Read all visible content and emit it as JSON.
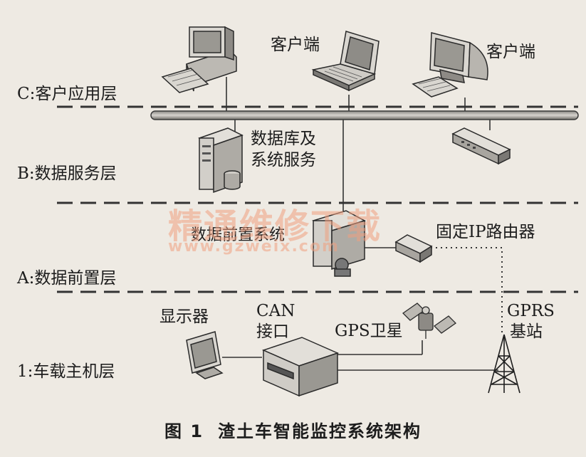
{
  "layers": {
    "c": "C:客户应用层",
    "b": "B:数据服务层",
    "a": "A:数据前置层",
    "vehicle": "1:车载主机层"
  },
  "nodes": {
    "client_1": "客户端",
    "client_2": "客户端",
    "db_line1": "数据库及",
    "db_line2": "系统服务",
    "frontend": "数据前置系统",
    "router": "固定IP路由器",
    "display": "显示器",
    "can_line1": "CAN",
    "can_line2": "接口",
    "gps": "GPS卫星",
    "gprs_line1": "GPRS",
    "gprs_line2": "基站"
  },
  "watermark": {
    "text": "精通维修下载",
    "url": "www.gzweix.com",
    "color": "#f0a080"
  },
  "caption": {
    "number": "图 1",
    "title": "渣土车智能监控系统架构"
  },
  "colors": {
    "ink": "#1c1c1c",
    "paper": "#eeeae3",
    "device_fill": "#d9d6d0",
    "device_dark": "#6e6c68",
    "screen": "#9a9892"
  },
  "icons": [
    "desktop-computer-icon",
    "laptop-icon",
    "crt-computer-icon",
    "server-icon",
    "network-switch-icon",
    "router-icon",
    "satellite-icon",
    "monitor-icon",
    "vehicle-host-icon",
    "signal-tower-icon"
  ]
}
